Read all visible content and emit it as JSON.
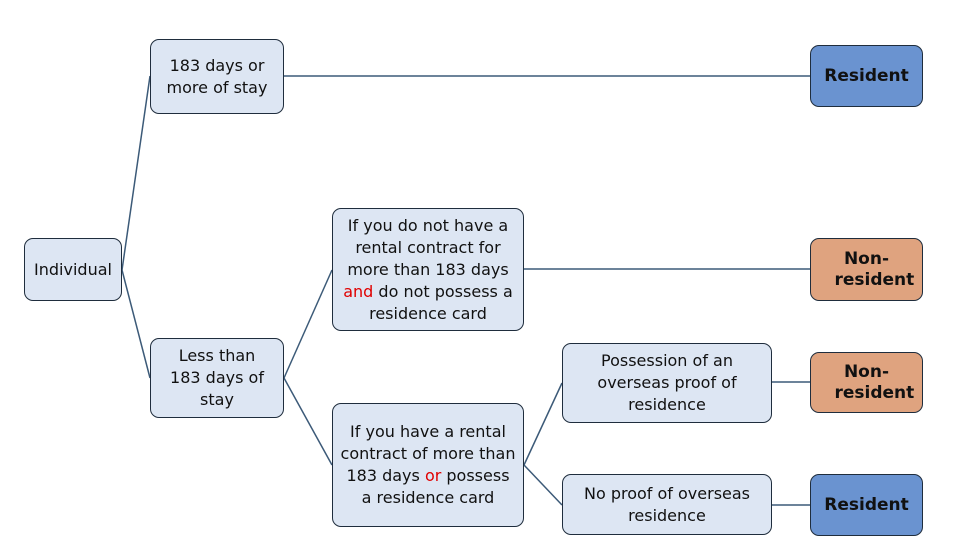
{
  "diagram": {
    "root": {
      "label": "Individual"
    },
    "long_stay": {
      "label": "183 days or more of stay"
    },
    "short_stay": {
      "label": "Less than 183 days of stay"
    },
    "no_contract": {
      "part1": "If you do not have a rental contract for more than 183 days ",
      "highlight": "and",
      "part2": " do not possess a residence card"
    },
    "has_contract": {
      "part1": "If you have a rental contract of more than 183 days ",
      "highlight": "or",
      "part2": " possess a residence card"
    },
    "overseas_proof": {
      "label": "Possession of an overseas proof of residence"
    },
    "no_overseas_proof": {
      "label": "No proof of overseas residence"
    },
    "outcomes": {
      "resident_top": "Resident",
      "nonresident_mid": "Non-resident",
      "nonresident_low": "Non-resident",
      "resident_bottom": "Resident"
    },
    "colors": {
      "question_fill": "#dde6f3",
      "resident_fill": "#6a93d0",
      "nonresident_fill": "#dfa37f",
      "connector": "#3c5a78",
      "highlight_text": "#e00000"
    }
  }
}
